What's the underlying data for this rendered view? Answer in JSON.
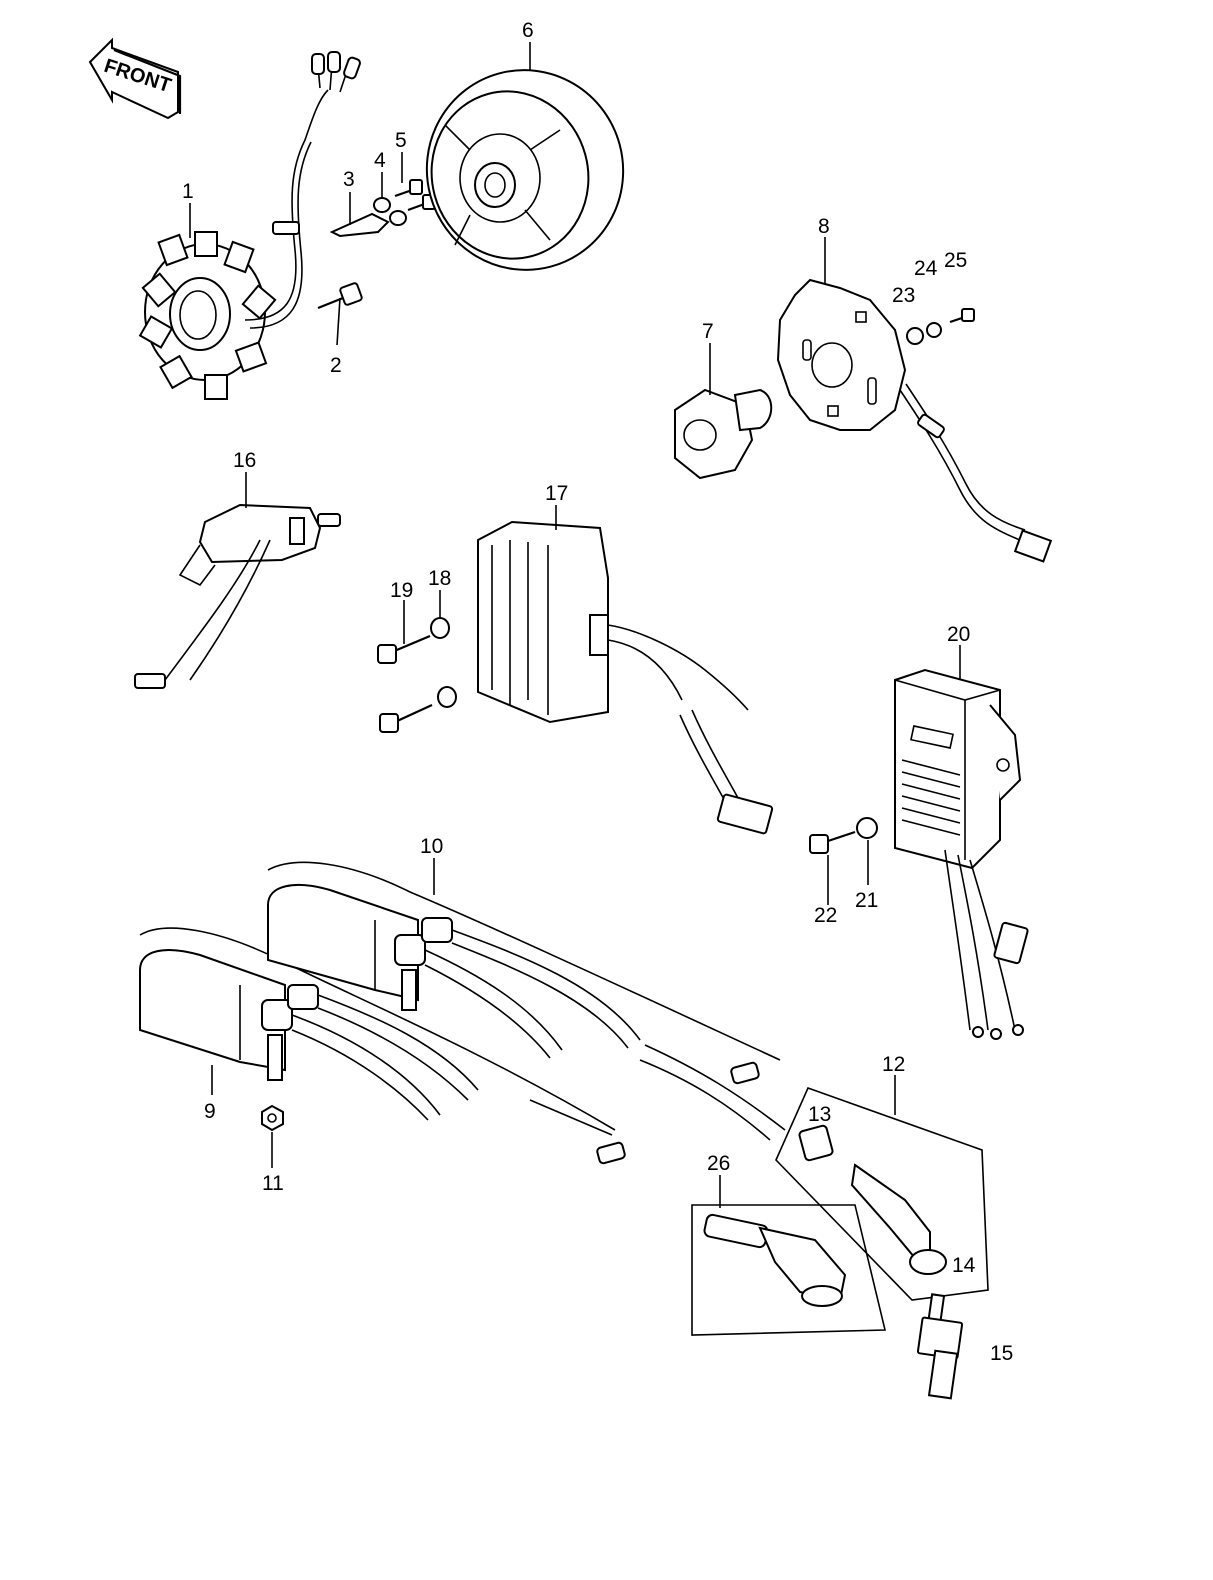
{
  "front_arrow": {
    "text": "FRONT"
  },
  "callouts": [
    "1",
    "2",
    "3",
    "4",
    "5",
    "6",
    "7",
    "8",
    "9",
    "10",
    "11",
    "12",
    "13",
    "14",
    "15",
    "16",
    "17",
    "18",
    "19",
    "20",
    "21",
    "22",
    "23",
    "24",
    "25",
    "26"
  ]
}
